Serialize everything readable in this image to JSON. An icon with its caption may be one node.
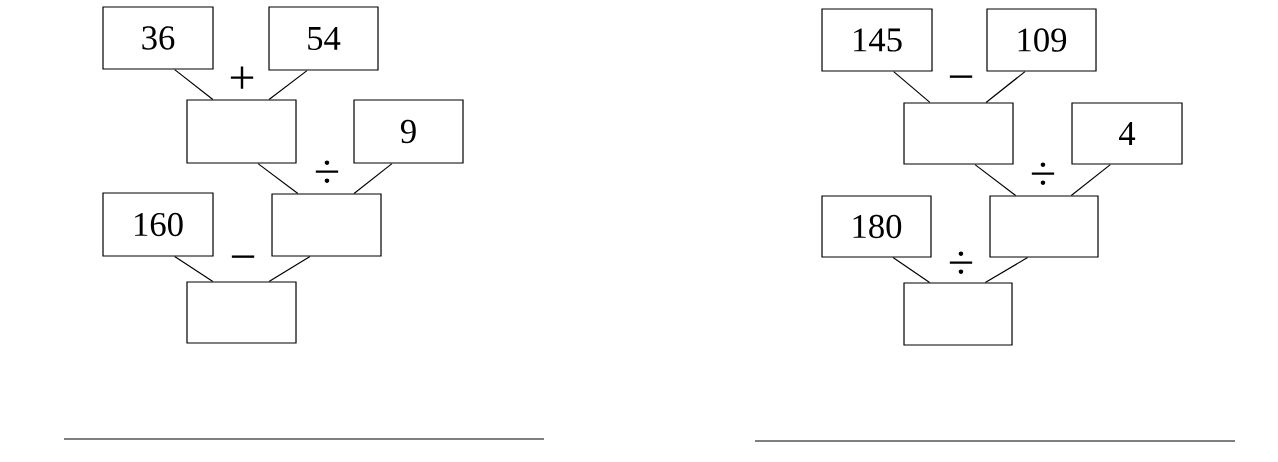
{
  "diagram": {
    "nodes": [
      {
        "text": [
          "36"
        ]
      },
      {
        "text": [
          "54"
        ]
      },
      {
        "text": [],
        "shape": "box"
      },
      {
        "text": [
          "9"
        ]
      },
      {
        "text": [
          "160"
        ]
      },
      {
        "text": [],
        "shape": "box"
      },
      {
        "text": [],
        "shape": "box"
      },
      {
        "text": [
          "145"
        ]
      },
      {
        "text": [
          "109"
        ]
      },
      {
        "text": [],
        "shape": "box"
      },
      {
        "text": [
          "4"
        ]
      },
      {
        "text": [
          "180"
        ]
      },
      {
        "text": [],
        "shape": "box"
      },
      {
        "text": [],
        "shape": "box"
      }
    ],
    "edges": [
      {
        "from": 0,
        "to": 2,
        "arrow": "none"
      },
      {
        "from": 1,
        "to": 2,
        "arrow": "none"
      },
      {
        "from": 2,
        "to": 5,
        "arrow": "none"
      },
      {
        "from": 3,
        "to": 5,
        "arrow": "none"
      },
      {
        "from": 4,
        "to": 6,
        "arrow": "none"
      },
      {
        "from": 5,
        "to": 6,
        "arrow": "none"
      },
      {
        "from": 7,
        "to": 9,
        "arrow": "none"
      },
      {
        "from": 8,
        "to": 9,
        "arrow": "none"
      },
      {
        "from": 9,
        "to": 12,
        "arrow": "none"
      },
      {
        "from": 10,
        "to": 12,
        "arrow": "none"
      },
      {
        "from": 11,
        "to": 13,
        "arrow": "none"
      },
      {
        "from": 12,
        "to": 13,
        "arrow": "none"
      }
    ],
    "labels": [
      "+",
      "÷",
      "−",
      "−",
      "÷",
      "÷"
    ]
  }
}
